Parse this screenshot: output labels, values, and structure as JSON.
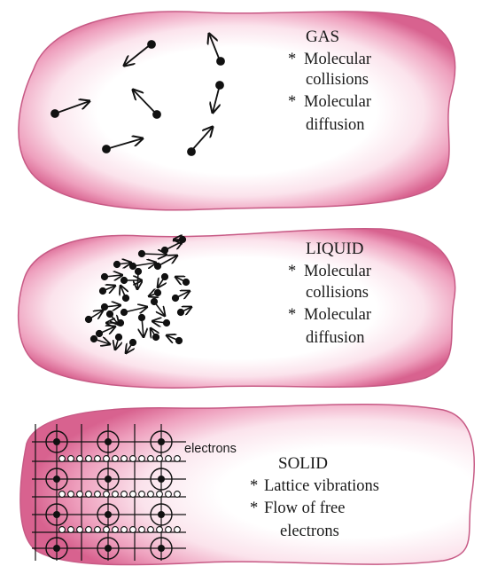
{
  "panels": [
    {
      "id": "gas",
      "title": "GAS",
      "bullets": [
        {
          "marker": "*",
          "lines": [
            "Molecular",
            "collisions"
          ]
        },
        {
          "marker": "*",
          "lines": [
            "Molecular",
            "diffusion"
          ]
        }
      ]
    },
    {
      "id": "liquid",
      "title": "LIQUID",
      "bullets": [
        {
          "marker": "*",
          "lines": [
            "Molecular",
            "collisions"
          ]
        },
        {
          "marker": "*",
          "lines": [
            "Molecular",
            "diffusion"
          ]
        }
      ]
    },
    {
      "id": "solid",
      "title": "SOLID",
      "electrons_label": "electrons",
      "bullets": [
        {
          "marker": "*",
          "lines": [
            "Lattice vibrations"
          ]
        },
        {
          "marker": "*",
          "lines": [
            "Flow of free",
            "electrons"
          ]
        }
      ]
    }
  ],
  "colors": {
    "blob_edge": "#c9547f",
    "blob_mid": "#e98fb0",
    "blob_inner": "#fbe6ee",
    "blob_center": "#ffffff",
    "ink": "#111111"
  }
}
